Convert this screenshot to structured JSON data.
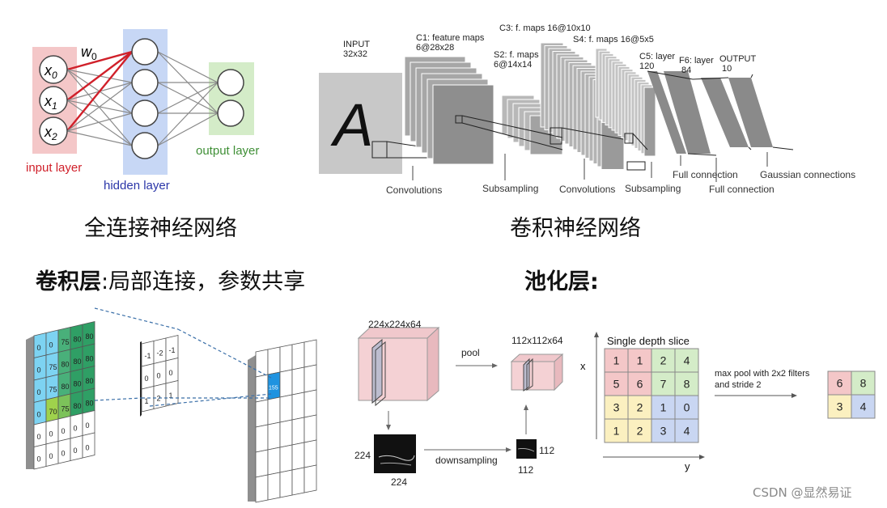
{
  "nn": {
    "weight_label": "w",
    "weight_sub": "0",
    "input_nodes": [
      {
        "base": "x",
        "sub": "0"
      },
      {
        "base": "x",
        "sub": "1"
      },
      {
        "base": "x",
        "sub": "2"
      }
    ],
    "input_layer_label": "input layer",
    "hidden_layer_label": "hidden layer",
    "output_layer_label": "output layer",
    "colors": {
      "input": "#f4c7c8",
      "hidden": "#c7d7f5",
      "output": "#d4ecc8",
      "red": "#d0202a",
      "blue": "#2b36a8",
      "green": "#3f8f36"
    }
  },
  "cnn": {
    "input_label_1": "INPUT",
    "input_label_2": "32x32",
    "c1_label_1": "C1: feature maps",
    "c1_label_2": "6@28x28",
    "s2_label_1": "S2: f. maps",
    "s2_label_2": "6@14x14",
    "c3_label": "C3: f. maps 16@10x10",
    "s4_label": "S4: f. maps 16@5x5",
    "c5_label_1": "C5: layer",
    "c5_label_2": "120",
    "f6_label_1": "F6: layer",
    "f6_label_2": "84",
    "output_label_1": "OUTPUT",
    "output_label_2": "10",
    "input_glyph": "A",
    "bottom_labels": [
      "Convolutions",
      "Subsampling",
      "Convolutions",
      "Subsampling",
      "Full connection",
      "Full connection",
      "Gaussian connections"
    ]
  },
  "captions": {
    "fc_caption": "全连接神经网络",
    "cnn_caption": "卷积神经网络",
    "conv_title_bold": "卷积层",
    "conv_title_rest": ":局部连接，参数共享",
    "pool_title": "池化层:"
  },
  "conv_layer": {
    "input_grid": [
      [
        "0",
        "0",
        "75",
        "80",
        "80"
      ],
      [
        "0",
        "75",
        "80",
        "80",
        "80"
      ],
      [
        "0",
        "75",
        "80",
        "80",
        "80"
      ],
      [
        "0",
        "70",
        "75",
        "80",
        "80"
      ],
      [
        "0",
        "0",
        "0",
        "0",
        "0"
      ],
      [
        "0",
        "0",
        "0",
        "0",
        "0"
      ]
    ],
    "kernel": [
      [
        "-1",
        "-2",
        "-1"
      ],
      [
        "0",
        "0",
        "0"
      ],
      [
        "1",
        "2",
        "1"
      ]
    ],
    "output_value": "155"
  },
  "pooling": {
    "input_volume_label": "224x224x64",
    "pool_label": "pool",
    "output_volume_label": "112x112x64",
    "size_224_left": "224",
    "size_224_bottom": "224",
    "downsampling_label": "downsampling",
    "size_112_right": "112",
    "size_112_bottom": "112",
    "slice_title": "Single depth slice",
    "x_axis": "x",
    "y_axis": "y",
    "slice_grid": [
      [
        "1",
        "1",
        "2",
        "4"
      ],
      [
        "5",
        "6",
        "7",
        "8"
      ],
      [
        "3",
        "2",
        "1",
        "0"
      ],
      [
        "1",
        "2",
        "3",
        "4"
      ]
    ],
    "maxpool_desc_1": "max pool with 2x2 filters",
    "maxpool_desc_2": "and stride 2",
    "result_grid": [
      [
        "6",
        "8"
      ],
      [
        "3",
        "4"
      ]
    ],
    "quadrant_colors": {
      "red": "#f4c7c8",
      "green": "#d4ecc8",
      "yellow": "#fbf0c0",
      "blue": "#c9d6f2"
    }
  },
  "watermark": "CSDN @显然易证"
}
